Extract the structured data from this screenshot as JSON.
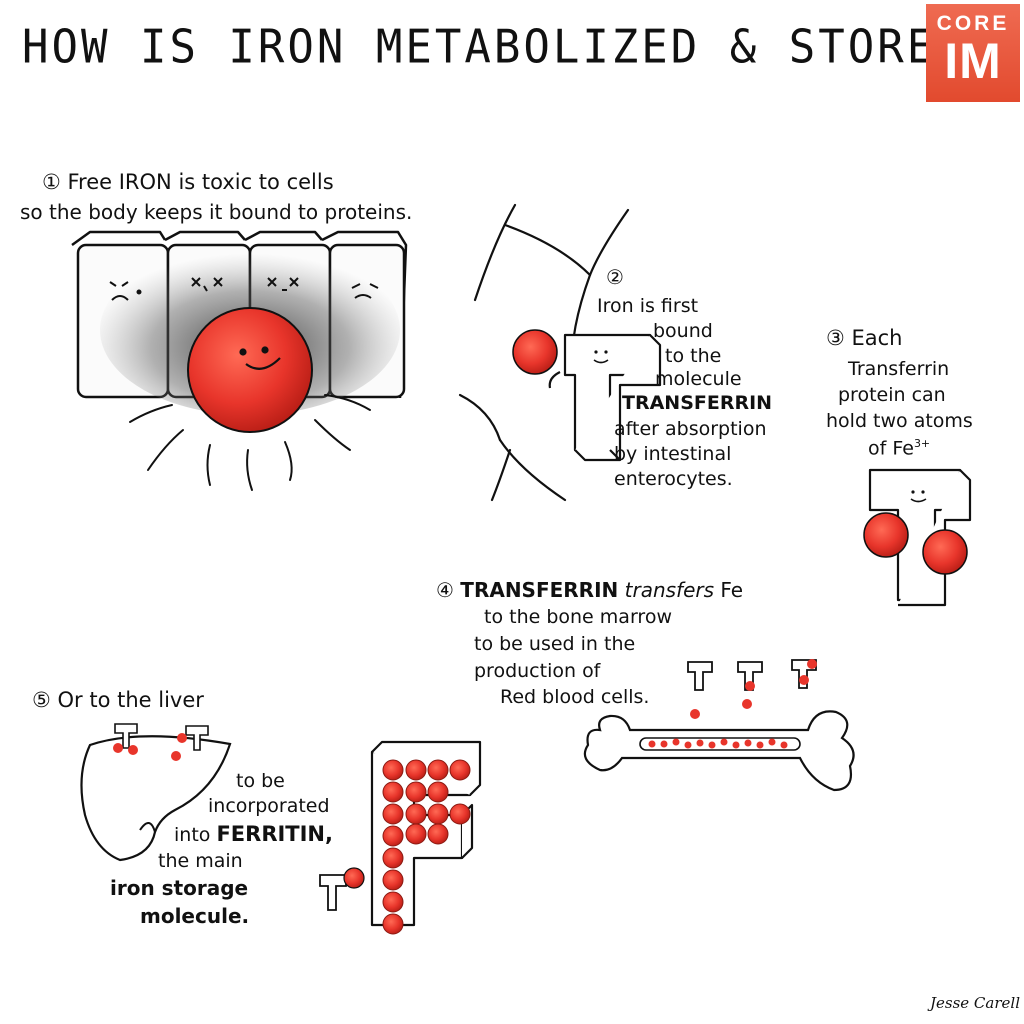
{
  "title": "HOW IS IRON METABOLIZED & STORED?",
  "logo": {
    "line1": "CORE",
    "line2": "IM"
  },
  "colors": {
    "logo": "#e55a3d",
    "iron": "#e8352b",
    "iron_dark": "#b91e16",
    "ink": "#111111"
  },
  "steps": {
    "s1": {
      "line1": "① Free IRON is toxic to cells",
      "line2": "so the body keeps it bound to proteins."
    },
    "s2": {
      "number": "②",
      "lines": [
        "Iron is first",
        "bound",
        "to the",
        "molecule"
      ],
      "bold": "TRANSFERRIN",
      "tail": [
        "after absorption",
        "by intestinal",
        "enterocytes."
      ]
    },
    "s3": {
      "lines": [
        "③ Each",
        "Transferrin",
        "protein can",
        "hold two atoms"
      ],
      "last": "of Fe",
      "sup": "3+"
    },
    "s4": {
      "bold": "TRANSFERRIN",
      "italic": "transfers",
      "fe": "Fe",
      "lines": [
        "to the bone marrow",
        "to be used in the",
        "production of",
        "Red blood cells."
      ]
    },
    "s5": {
      "heading": "⑤ Or to the liver",
      "lines": [
        "to be",
        "incorporated"
      ],
      "into": "into",
      "ferritin": "FERRITIN,",
      "main": "the main",
      "bold1": "iron storage",
      "bold2": "molecule."
    }
  },
  "signature": "Jesse Carell"
}
